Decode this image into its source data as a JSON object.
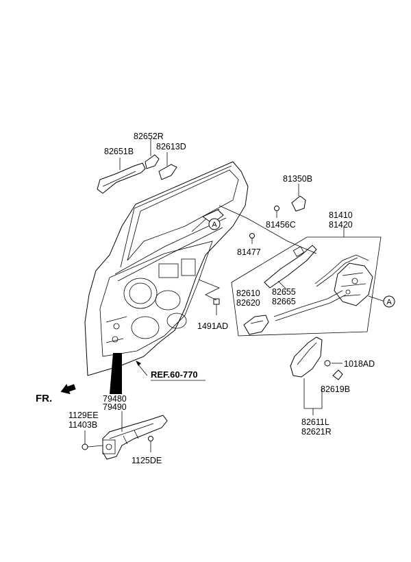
{
  "labels": {
    "p82652R": "82652R",
    "p82651B": "82651B",
    "p82613D": "82613D",
    "p81350B": "81350B",
    "p81456C": "81456C",
    "p81477": "81477",
    "p81410": "81410",
    "p81420": "81420",
    "p82655": "82655",
    "p82665": "82665",
    "p82610": "82610",
    "p82620": "82620",
    "p1491AD": "1491AD",
    "p1018AD": "1018AD",
    "p82619B": "82619B",
    "p82611L": "82611L",
    "p82621R": "82621R",
    "p79480": "79480",
    "p79490": "79490",
    "p1129EE": "1129EE",
    "p11403B": "11403B",
    "p1125DE": "1125DE",
    "ref": "REF.60-770",
    "fr": "FR.",
    "markerA": "A"
  }
}
